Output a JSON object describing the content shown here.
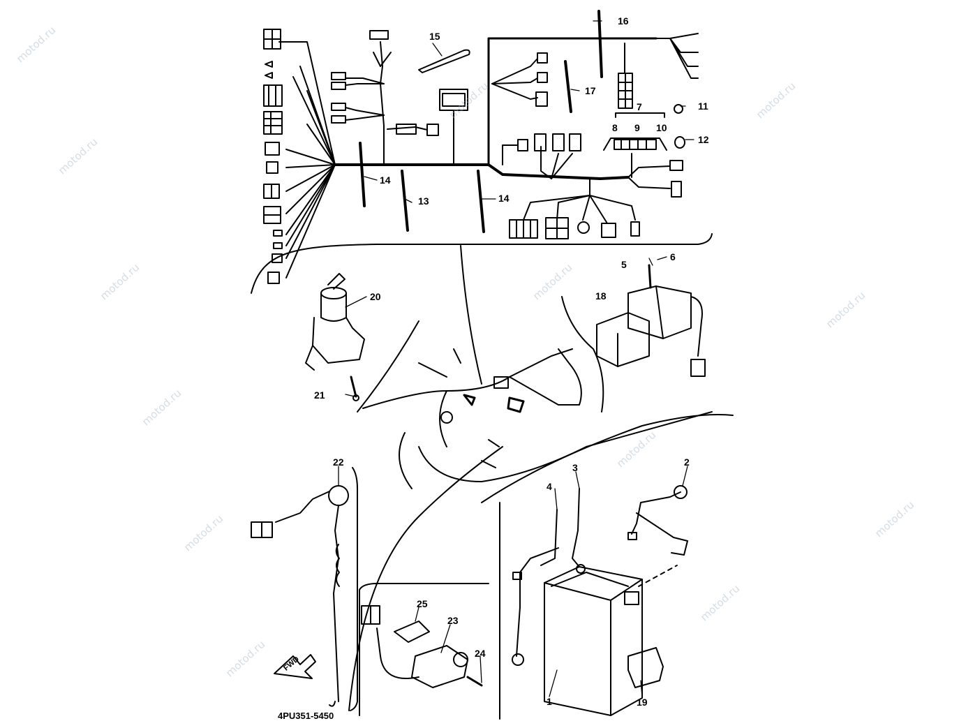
{
  "watermark": {
    "text": "motod.ru"
  },
  "diagram": {
    "callouts": [
      "1",
      "2",
      "3",
      "4",
      "5",
      "6",
      "7",
      "8",
      "9",
      "10",
      "11",
      "12",
      "13",
      "14",
      "14",
      "15",
      "16",
      "17",
      "18",
      "19",
      "20",
      "21",
      "22",
      "23",
      "24",
      "25"
    ],
    "part_code": "4PU351-5450",
    "fwd_label": "FWD"
  }
}
